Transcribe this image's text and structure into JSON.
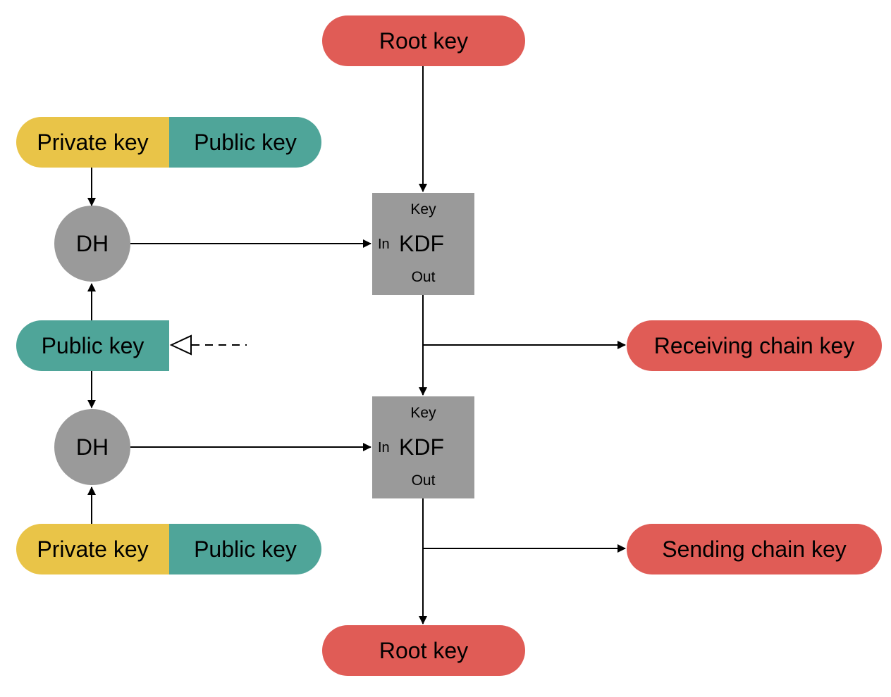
{
  "root_key_top": "Root key",
  "root_key_bottom": "Root key",
  "kdf1": {
    "key": "Key",
    "in": "In",
    "title": "KDF",
    "out": "Out"
  },
  "kdf2": {
    "key": "Key",
    "in": "In",
    "title": "KDF",
    "out": "Out"
  },
  "keypair_top": {
    "private": "Private key",
    "public": "Public key"
  },
  "keypair_bottom": {
    "private": "Private key",
    "public": "Public key"
  },
  "dh1": "DH",
  "dh2": "DH",
  "received_public_key": "Public key",
  "receiving_chain_key": "Receiving chain key",
  "sending_chain_key": "Sending chain key",
  "colors": {
    "red": "#e05c56",
    "yellow": "#e9c448",
    "teal": "#4fa599",
    "grey": "#9a9a9a"
  }
}
